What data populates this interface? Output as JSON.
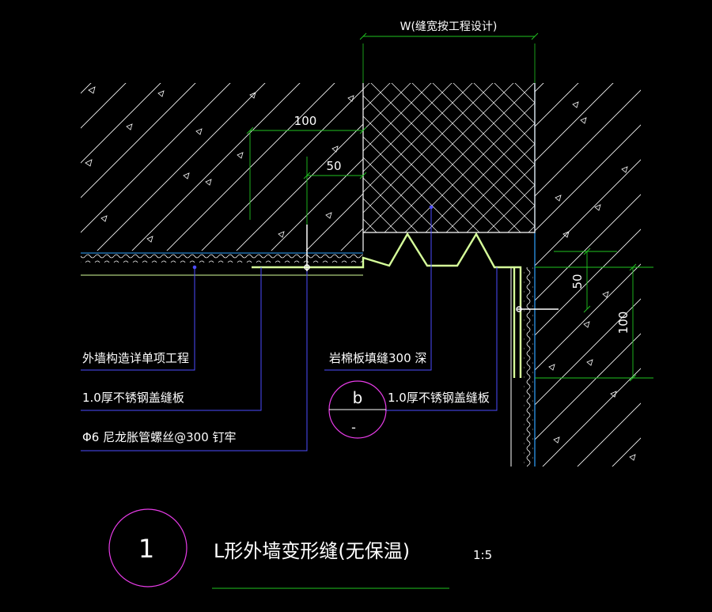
{
  "drawing": {
    "dimensions": {
      "gap_width": "W(缝宽按工程设计)",
      "left_100": "100",
      "left_50": "50",
      "right_50": "50",
      "right_100": "100"
    },
    "labels": {
      "exterior_wall": "外墙构造详单项工程",
      "cover_plate_left": "1.0厚不锈钢盖缝板",
      "nylon_bolt": "Φ6 尼龙胀管螺丝@300 钉牢",
      "rock_wool": "岩棉板填缝300 深",
      "cover_plate_right": "1.0厚不锈钢盖缝板"
    },
    "section_marker": {
      "letter": "b",
      "sheet": "-"
    },
    "title_block": {
      "number": "1",
      "title": "L形外墙变形缝(无保温)",
      "scale": "1:5"
    }
  },
  "colors": {
    "background": "#000000",
    "dimension": "#21c421",
    "leader": "#4d4dff",
    "outline": "#ffffff",
    "plate": "#d6ff9a",
    "circle": "#e83ce8",
    "finish_line": "#2ea3ff"
  }
}
